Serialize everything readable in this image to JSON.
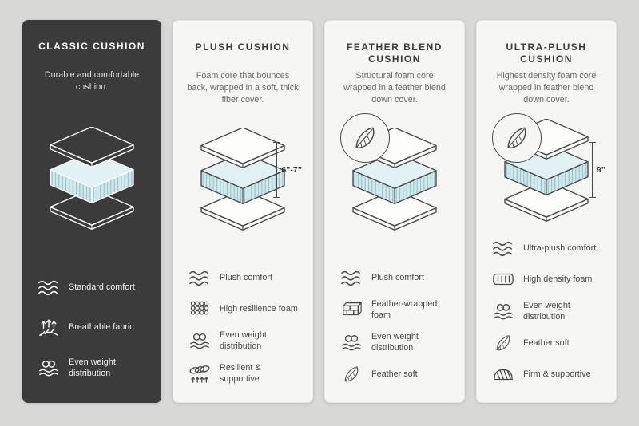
{
  "colors": {
    "page_bg": "#d8d8d6",
    "card_dark": "#3b3b3b",
    "card_light": "#f6f6f4",
    "cushion_core": "#cfe9ed"
  },
  "cards": [
    {
      "name": "classic-cushion",
      "title": "CLASSIC CUSHION",
      "description": "Durable and comfortable cushion.",
      "features": [
        {
          "icon": "wave-icon",
          "label": "Standard comfort"
        },
        {
          "icon": "breathable-icon",
          "label": "Breathable fabric"
        },
        {
          "icon": "even-weight-icon",
          "label": "Even weight distribution"
        }
      ]
    },
    {
      "name": "plush-cushion",
      "title": "PLUSH CUSHION",
      "description": "Foam core that bounces back, wrapped in a soft, thick fiber cover.",
      "measurement": "6”-7”",
      "features": [
        {
          "icon": "wave-icon",
          "label": "Plush comfort"
        },
        {
          "icon": "foam-grid-icon",
          "label": "High resilience foam"
        },
        {
          "icon": "even-weight-icon",
          "label": "Even weight distribution"
        },
        {
          "icon": "spring-icon",
          "label": "Resilient & supportive"
        }
      ]
    },
    {
      "name": "feather-blend-cushion",
      "title": "FEATHER BLEND CUSHION",
      "description": "Structural foam core wrapped in a feather blend down cover.",
      "features": [
        {
          "icon": "wave-icon",
          "label": "Plush comfort"
        },
        {
          "icon": "bricks-icon",
          "label": "Feather-wrapped foam"
        },
        {
          "icon": "even-weight-icon",
          "label": "Even weight distribution"
        },
        {
          "icon": "feather-icon",
          "label": "Feather soft"
        }
      ]
    },
    {
      "name": "ultra-plush-cushion",
      "title": "ULTRA-PLUSH CUSHION",
      "description": "Highest density foam core wrapped in feather blend down cover.",
      "measurement": "9”",
      "features": [
        {
          "icon": "wave-icon",
          "label": "Ultra-plush comfort"
        },
        {
          "icon": "density-icon",
          "label": "High density foam"
        },
        {
          "icon": "even-weight-icon",
          "label": "Even weight distribution"
        },
        {
          "icon": "feather-icon",
          "label": "Feather soft"
        },
        {
          "icon": "firm-icon",
          "label": "Firm & supportive"
        }
      ]
    }
  ]
}
